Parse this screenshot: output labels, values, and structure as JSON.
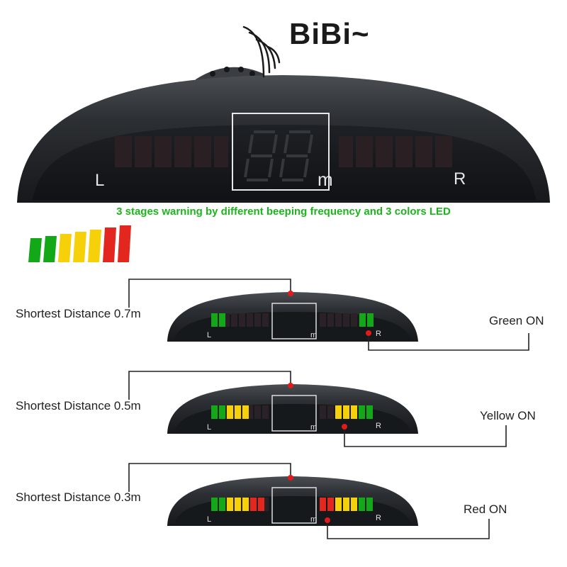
{
  "sound_label": "BiBi~",
  "display": {
    "left_label": "L",
    "unit_label": "m",
    "right_label": "R"
  },
  "headline": "3 stages warning by different beeping frequency and 3 colors LED",
  "led_scale": [
    "green",
    "green",
    "yellow",
    "yellow",
    "yellow",
    "red",
    "red"
  ],
  "colors": {
    "green": "#12a818",
    "yellow": "#f6d10a",
    "red": "#e3261e",
    "body": "#2a2d31",
    "screen": "#171a1d",
    "headline": "#1db41d",
    "pointer": "#e01b1b"
  },
  "stages": [
    {
      "distance_label": "Shortest Distance 0.7m",
      "state_label": "Green ON",
      "lit_color": "green"
    },
    {
      "distance_label": "Shortest Distance 0.5m",
      "state_label": "Yellow ON",
      "lit_color": "yellow"
    },
    {
      "distance_label": "Shortest Distance 0.3m",
      "state_label": "Red ON",
      "lit_color": "red"
    }
  ]
}
